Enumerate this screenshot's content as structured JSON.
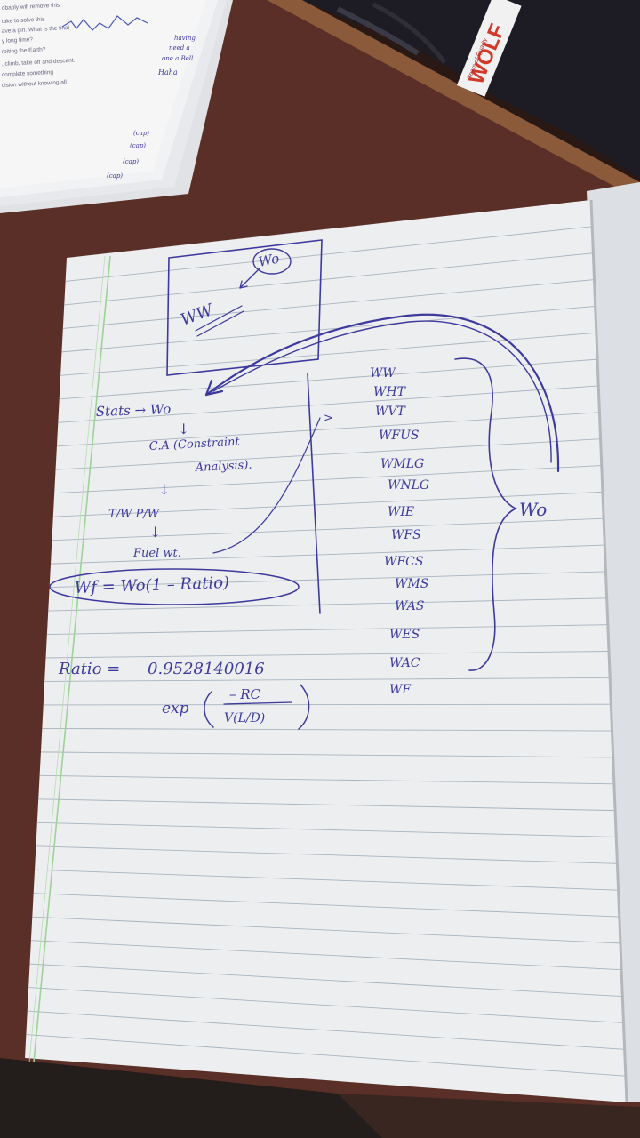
{
  "background_papers": {
    "lines": [
      "obably will remove this",
      "take to solve this",
      "ave a girl. What is the final",
      "y long time?",
      "rbiting the Earth?",
      ", climb, take off and descent.",
      "complete something",
      "cision without knowing all"
    ],
    "margin_notes": [
      "having",
      "need a",
      "one a Bell.",
      "Haha"
    ],
    "stack_tabs": [
      "(cap)",
      "(cap)",
      "(cap)",
      "(cap)"
    ]
  },
  "bag_logo": {
    "brand": "WOLF",
    "tagline": "Years of Quality"
  },
  "notebook": {
    "diagram_labels": {
      "inner": "WW",
      "bubble": "Wo"
    },
    "flow": {
      "stats": "Stats → Wo",
      "ca_line1": "C.A (Constraint",
      "ca_line2": "Analysis).",
      "tw_pw": "T/W   P/W",
      "fuel": "Fuel wt.",
      "arrow": "↓"
    },
    "formula": "Wf = Wo(1 – Ratio)",
    "ratio": {
      "label": "Ratio =",
      "value": "0.9528140016",
      "exp_prefix": "exp",
      "numerator": "– RC",
      "denominator": "V(L/D)"
    },
    "weight_list": [
      "WW",
      "WHT",
      "WVT",
      "WFUS",
      "WMLG",
      "WNLG",
      "WIE",
      "WFS",
      "WFCS",
      "WMS",
      "WAS",
      "WES",
      "WAC",
      "WF"
    ],
    "weight_list_arrow": ">",
    "brace_label": "Wo"
  },
  "colors": {
    "ink": "#3e3a9c",
    "paper": "#ecedef",
    "rule": "#a9b4be",
    "margin": "#9fd19a",
    "desk": "#5a2f27"
  }
}
